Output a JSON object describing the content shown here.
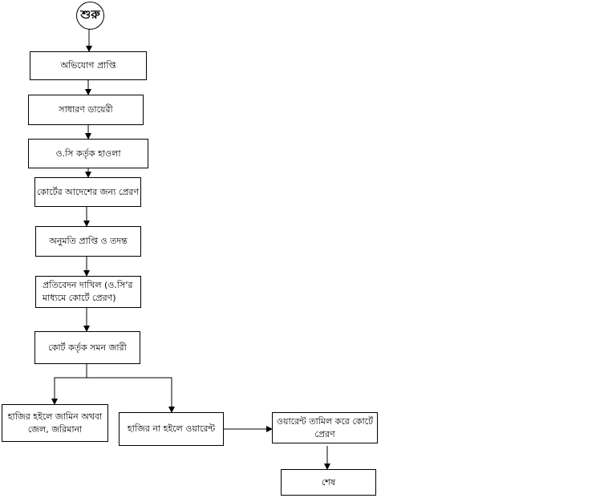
{
  "flowchart": {
    "start": "শুরু",
    "steps": {
      "complaint": "অভিযোগ প্রাপ্তি",
      "general_diary": "সাধারণ ডায়েরী",
      "oc_handover": "ও.সি কর্তৃক হাওলা",
      "court_order": "কোর্টের আদেশের জন্য প্রেরণ",
      "permission": "অনুমতি প্রাপ্তি ও তদন্ত",
      "report": "প্রতিবেদন দাখিল (ও.সি'র\nমাধ্যমে কোর্টে প্রেরণ)",
      "summons": "কোর্ট কর্তৃক সমন জারী",
      "present": "হাজির হইলে জামিন অথবা\nজেল, জরিমানা",
      "absent": "হাজির না হইলে ওয়ারেন্ট",
      "warrant": "ওয়ারেন্ট তামিল করে কোর্টে\nপ্রেরণ",
      "end": "শেষ"
    }
  }
}
